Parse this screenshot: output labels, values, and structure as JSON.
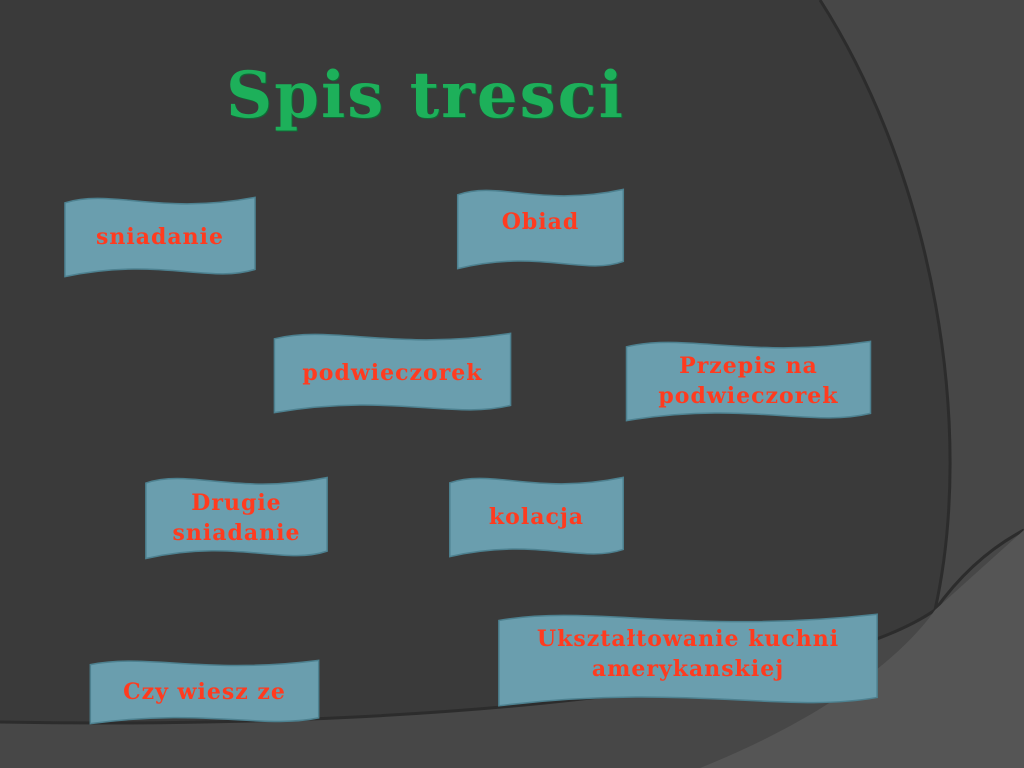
{
  "slide": {
    "title": "Spis tresci",
    "colors": {
      "background": "#3a3a3a",
      "arc_light": "#4a4a4a",
      "title": "#1db05a",
      "banner_fill": "#6a9eae",
      "banner_border": "#4d8190",
      "banner_text": "#ff3b1f"
    }
  },
  "links": {
    "sniadanie": "sniadanie",
    "obiad": "Obiad",
    "podwieczorek": "podwieczorek",
    "przepis_line1": "Przepis na",
    "przepis_line2": "podwieczorek",
    "drugie_line1": "Drugie",
    "drugie_line2": "sniadanie",
    "kolacja": "kolacja",
    "uksztaltowanie_line1": "Ukształtowanie kuchni",
    "uksztaltowanie_line2": "amerykanskiej",
    "czy_wiesz": "Czy wiesz ze"
  }
}
